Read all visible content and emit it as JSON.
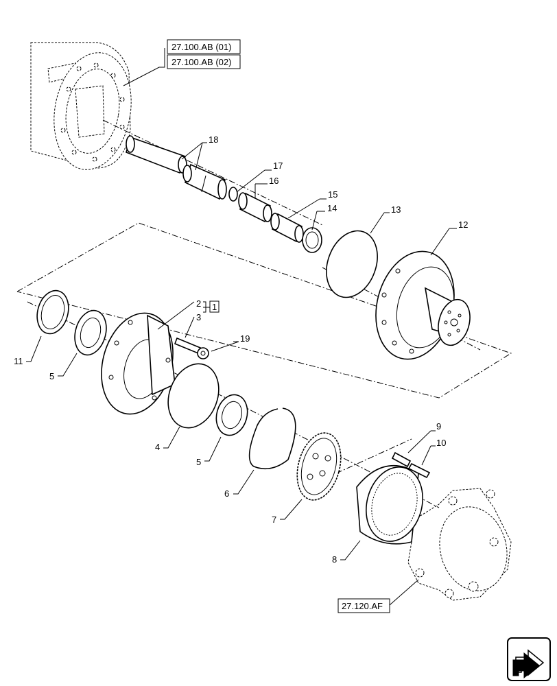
{
  "references": {
    "axle_housing_1": "27.100.AB (01)",
    "axle_housing_2": "27.100.AB (02)",
    "wheel_hub": "27.120.AF"
  },
  "callouts": {
    "p1": "1",
    "p2": "2",
    "p3": "3",
    "p4": "4",
    "p5a": "5",
    "p5b": "5",
    "p6": "6",
    "p7": "7",
    "p8": "8",
    "p9": "9",
    "p10": "10",
    "p11": "11",
    "p12": "12",
    "p13": "13",
    "p14": "14",
    "p15": "15",
    "p16": "16",
    "p17": "17",
    "p18": "18",
    "p19": "19"
  },
  "icons": {
    "nav": "next-page-arrow-icon"
  }
}
